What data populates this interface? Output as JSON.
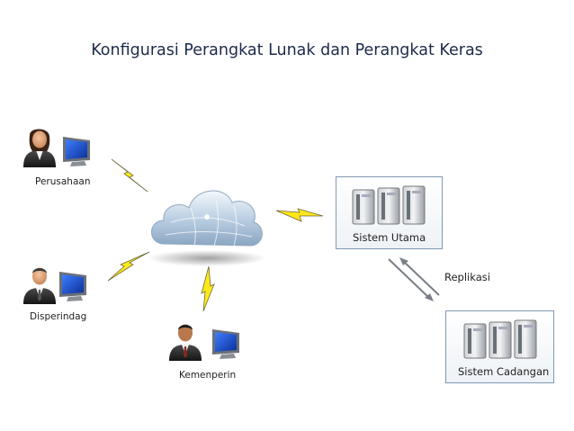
{
  "title": "Konfigurasi Perangkat Lunak dan Perangkat Keras",
  "nodes": {
    "perusahaan": "Perusahaan",
    "disperindag": "Disperindag",
    "kemenperin": "Kemenperin",
    "sistem_utama": "Sistem Utama",
    "sistem_cadangan": "Sistem Cadangan"
  },
  "replication_label": "Replikasi",
  "icons": {
    "user": "businessperson-icon",
    "computer": "computer-monitor-icon",
    "network": "cloud-icon",
    "link": "lightning-bolt-icon",
    "server": "server-rack-icon"
  },
  "colors": {
    "title": "#1c2a4a",
    "lightning": "#ffe81a",
    "cloud": "#b8cde0",
    "monitor_screen": "#1f4fbf"
  }
}
